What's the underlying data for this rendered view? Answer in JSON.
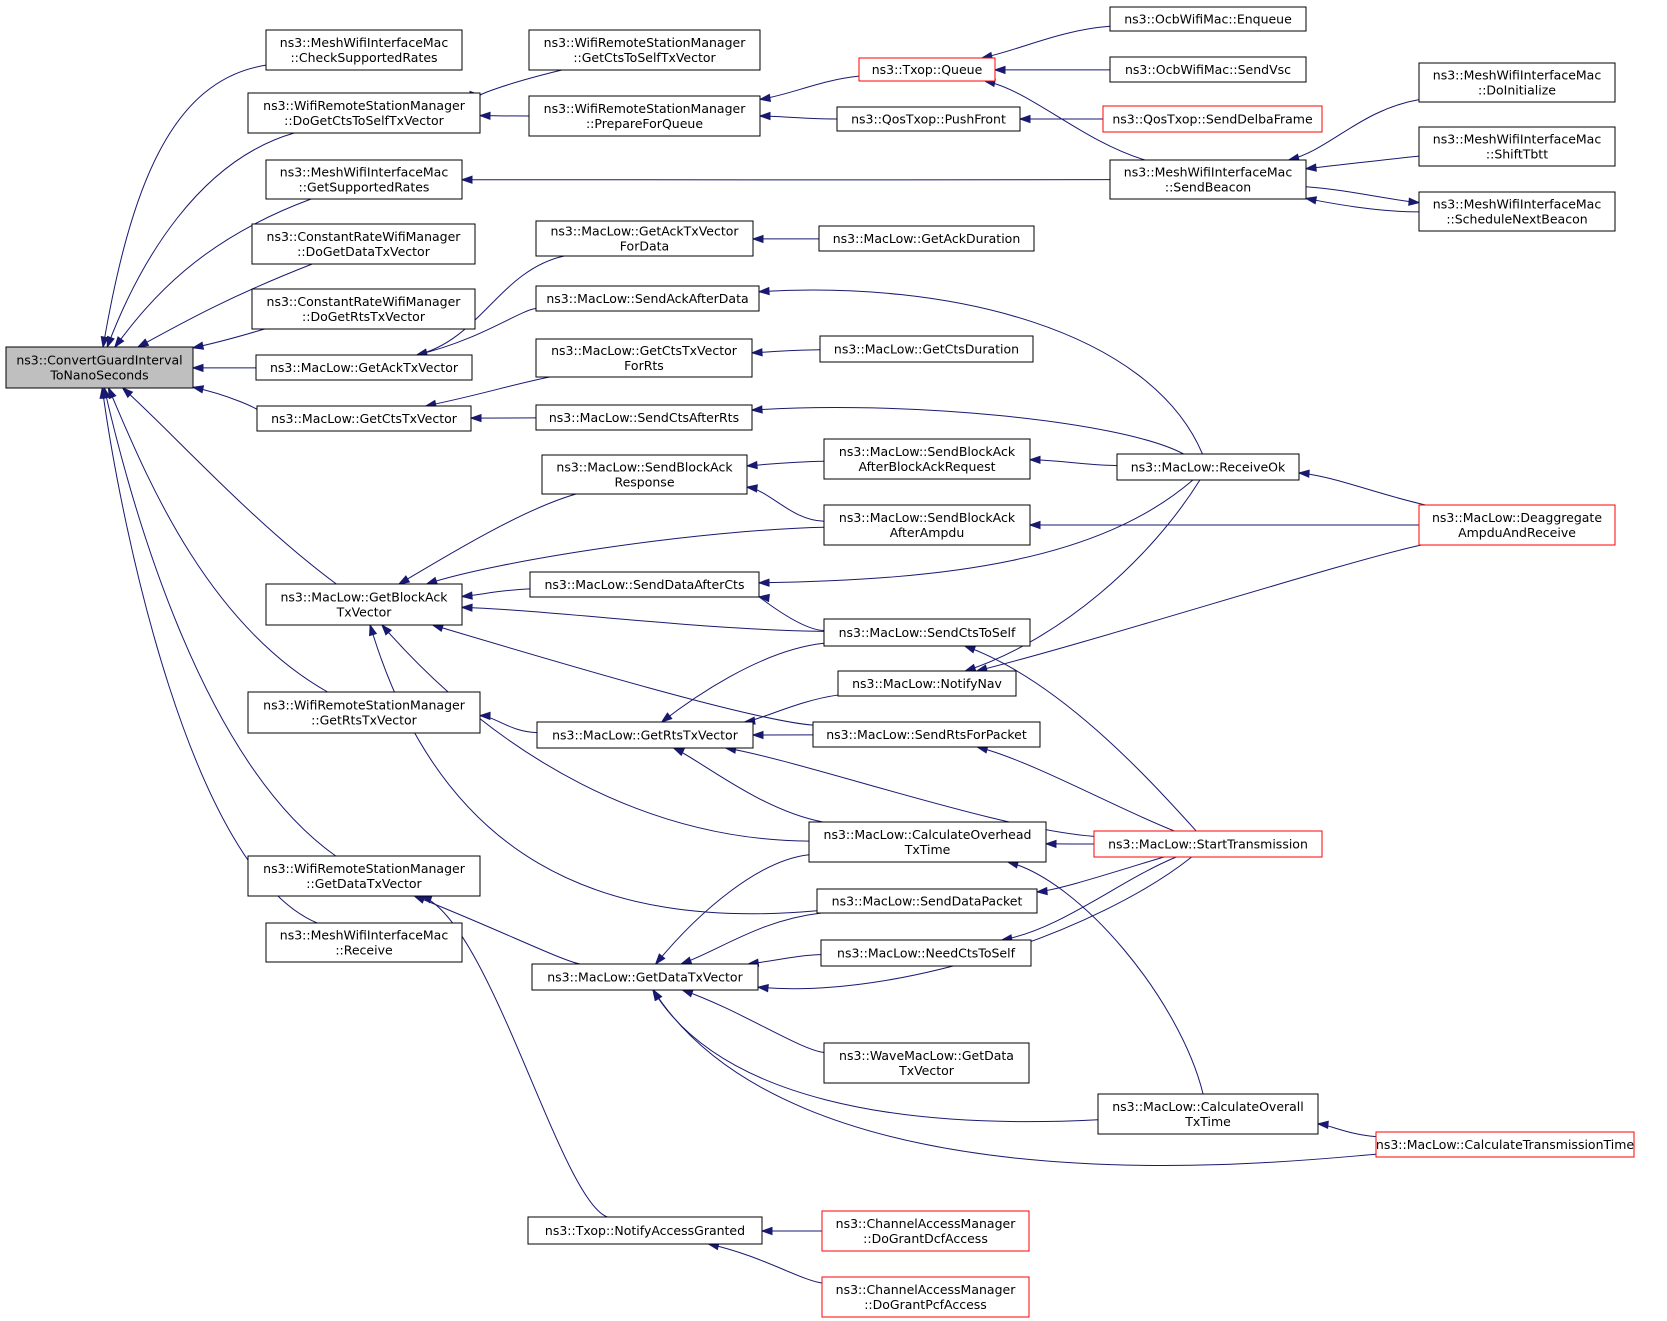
{
  "colors": {
    "edge": "#191970",
    "box_border": "#000000",
    "box_border_truncated": "#ff0000",
    "root_fill": "#bfbfbf"
  },
  "nodes": {
    "root": [
      "ns3::ConvertGuardInterval",
      "ToNanoSeconds"
    ],
    "mesh_check": [
      "ns3::MeshWifiInterfaceMac",
      "::CheckSupportedRates"
    ],
    "wrsm_doget_ctstoself": [
      "ns3::WifiRemoteStationManager",
      "::DoGetCtsToSelfTxVector"
    ],
    "mesh_getsupported": [
      "ns3::MeshWifiInterfaceMac",
      "::GetSupportedRates"
    ],
    "crwm_dogetdata": [
      "ns3::ConstantRateWifiManager",
      "::DoGetDataTxVector"
    ],
    "crwm_dogetrts": [
      "ns3::ConstantRateWifiManager",
      "::DoGetRtsTxVector"
    ],
    "maclow_getack": [
      "ns3::MacLow::GetAckTxVector"
    ],
    "maclow_getcts": [
      "ns3::MacLow::GetCtsTxVector"
    ],
    "maclow_getblockack": [
      "ns3::MacLow::GetBlockAck",
      "TxVector"
    ],
    "wrsm_getrts": [
      "ns3::WifiRemoteStationManager",
      "::GetRtsTxVector"
    ],
    "wrsm_getdata": [
      "ns3::WifiRemoteStationManager",
      "::GetDataTxVector"
    ],
    "mesh_receive": [
      "ns3::MeshWifiInterfaceMac",
      "::Receive"
    ],
    "wrsm_get_ctstoself": [
      "ns3::WifiRemoteStationManager",
      "::GetCtsToSelfTxVector"
    ],
    "wrsm_prepare": [
      "ns3::WifiRemoteStationManager",
      "::PrepareForQueue"
    ],
    "maclow_getack_fordata": [
      "ns3::MacLow::GetAckTxVector",
      "ForData"
    ],
    "maclow_sendackafterdata": [
      "ns3::MacLow::SendAckAfterData"
    ],
    "maclow_getcts_forrts": [
      "ns3::MacLow::GetCtsTxVector",
      "ForRts"
    ],
    "maclow_sendctsafterrts": [
      "ns3::MacLow::SendCtsAfterRts"
    ],
    "maclow_sendblockack_resp": [
      "ns3::MacLow::SendBlockAck",
      "Response"
    ],
    "maclow_senddataaftercts": [
      "ns3::MacLow::SendDataAfterCts"
    ],
    "maclow_getrts": [
      "ns3::MacLow::GetRtsTxVector"
    ],
    "maclow_getdata": [
      "ns3::MacLow::GetDataTxVector"
    ],
    "txop_notify": [
      "ns3::Txop::NotifyAccessGranted"
    ],
    "txop_queue": [
      "ns3::Txop::Queue"
    ],
    "qos_pushfront": [
      "ns3::QosTxop::PushFront"
    ],
    "maclow_getackduration": [
      "ns3::MacLow::GetAckDuration"
    ],
    "maclow_getctsduration": [
      "ns3::MacLow::GetCtsDuration"
    ],
    "maclow_sendblockack_afterreq": [
      "ns3::MacLow::SendBlockAck",
      "AfterBlockAckRequest"
    ],
    "maclow_sendblockack_afterampdu": [
      "ns3::MacLow::SendBlockAck",
      "AfterAmpdu"
    ],
    "maclow_sendctstoself": [
      "ns3::MacLow::SendCtsToSelf"
    ],
    "maclow_notifynav": [
      "ns3::MacLow::NotifyNav"
    ],
    "maclow_sendrtsforpacket": [
      "ns3::MacLow::SendRtsForPacket"
    ],
    "maclow_calcoverhead": [
      "ns3::MacLow::CalculateOverhead",
      "TxTime"
    ],
    "maclow_senddatapacket": [
      "ns3::MacLow::SendDataPacket"
    ],
    "maclow_needctstoself": [
      "ns3::MacLow::NeedCtsToSelf"
    ],
    "wave_getdata": [
      "ns3::WaveMacLow::GetData",
      "TxVector"
    ],
    "cam_dcf": [
      "ns3::ChannelAccessManager",
      "::DoGrantDcfAccess"
    ],
    "cam_pcf": [
      "ns3::ChannelAccessManager",
      "::DoGrantPcfAccess"
    ],
    "ocb_enqueue": [
      "ns3::OcbWifiMac::Enqueue"
    ],
    "ocb_sendvsc": [
      "ns3::OcbWifiMac::SendVsc"
    ],
    "mesh_sendbeacon": [
      "ns3::MeshWifiInterfaceMac",
      "::SendBeacon"
    ],
    "qos_senddelba": [
      "ns3::QosTxop::SendDelbaFrame"
    ],
    "maclow_receiveok": [
      "ns3::MacLow::ReceiveOk"
    ],
    "maclow_starttx": [
      "ns3::MacLow::StartTransmission"
    ],
    "maclow_calcoverall": [
      "ns3::MacLow::CalculateOverall",
      "TxTime"
    ],
    "mesh_doinit": [
      "ns3::MeshWifiInterfaceMac",
      "::DoInitialize"
    ],
    "mesh_shifttbtt": [
      "ns3::MeshWifiInterfaceMac",
      "::ShiftTbtt"
    ],
    "mesh_schedulenext": [
      "ns3::MeshWifiInterfaceMac",
      "::ScheduleNextBeacon"
    ],
    "maclow_deaggregate": [
      "ns3::MacLow::Deaggregate",
      "AmpduAndReceive"
    ],
    "maclow_calctxtime": [
      "ns3::MacLow::CalculateTransmissionTime"
    ]
  }
}
